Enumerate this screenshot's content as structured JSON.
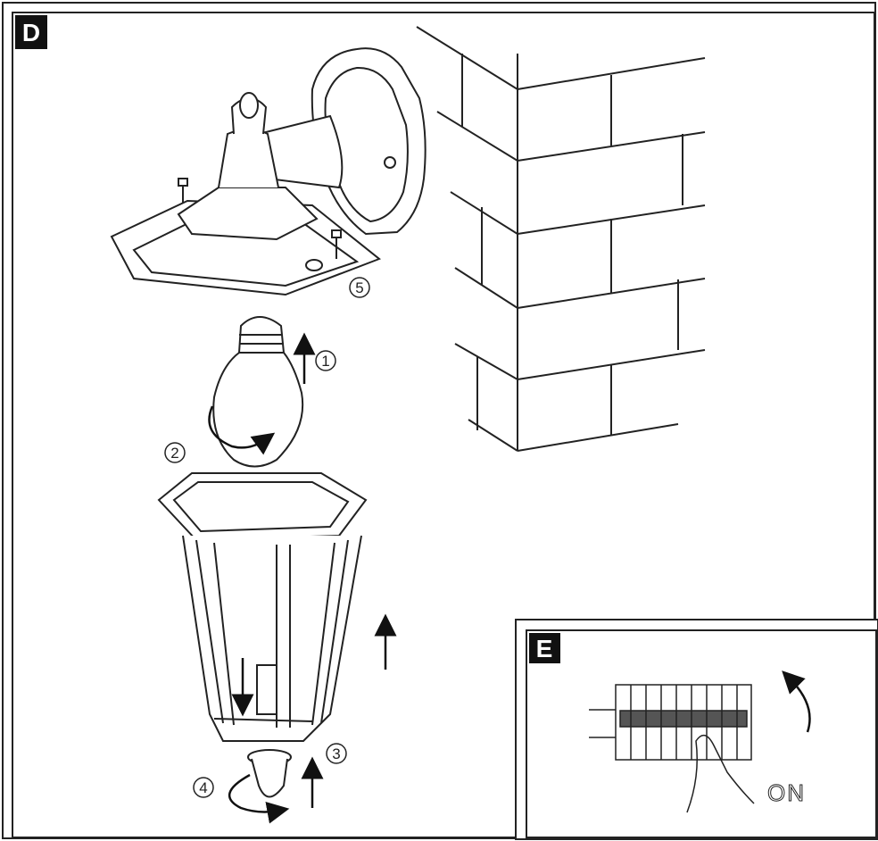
{
  "panel_d": {
    "label": "D"
  },
  "panel_e": {
    "label": "E",
    "switch_text": "ON"
  },
  "steps": [
    "1",
    "2",
    "3",
    "4",
    "5"
  ]
}
